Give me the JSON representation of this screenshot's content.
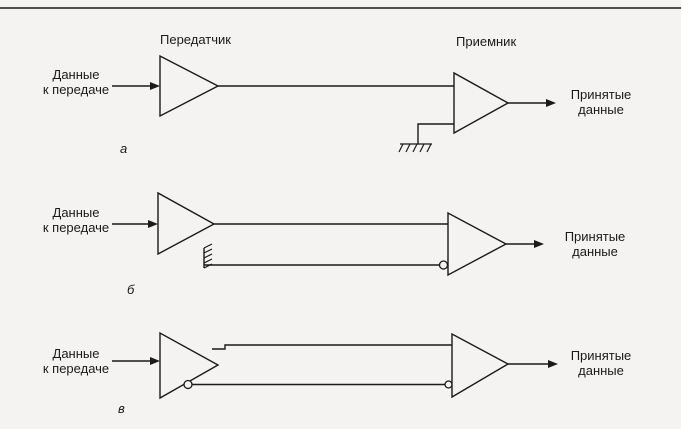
{
  "diagram": {
    "panel_a": {
      "transmitter_label": "Передатчик",
      "receiver_label": "Приемник",
      "input_label_line1": "Данные",
      "input_label_line2": "к передаче",
      "output_label_line1": "Принятые",
      "output_label_line2": "данные",
      "caption": "а"
    },
    "panel_b": {
      "input_label_line1": "Данные",
      "input_label_line2": "к передаче",
      "output_label_line1": "Принятые",
      "output_label_line2": "данные",
      "caption": "б"
    },
    "panel_c": {
      "input_label_line1": "Данные",
      "input_label_line2": "к передаче",
      "output_label_line1": "Принятые",
      "output_label_line2": "данные",
      "caption": "в"
    }
  }
}
